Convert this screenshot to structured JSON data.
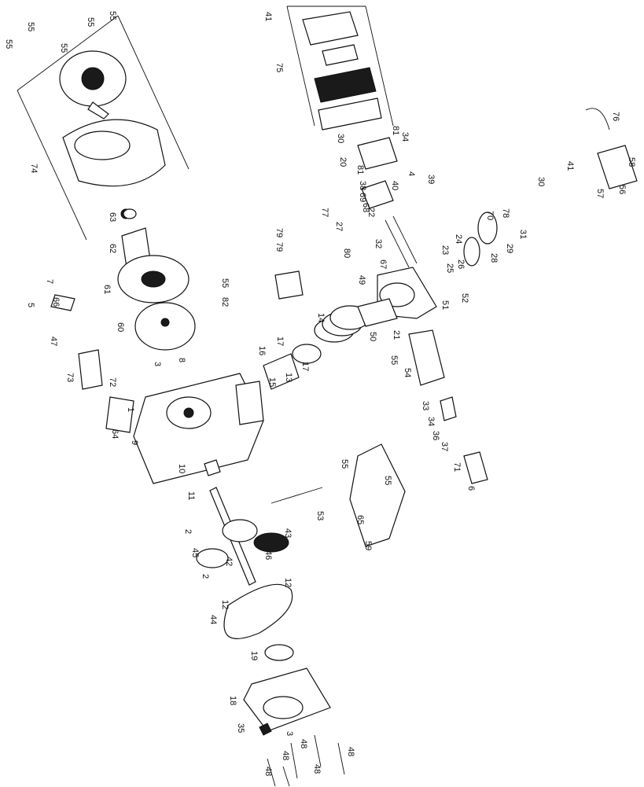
{
  "diagram": {
    "labels": [
      "55",
      "55",
      "55",
      "55",
      "55",
      "41",
      "75",
      "74",
      "63",
      "62",
      "61",
      "60",
      "7",
      "66",
      "5",
      "47",
      "73",
      "3",
      "8",
      "72",
      "1",
      "64",
      "9",
      "10",
      "11",
      "2",
      "45",
      "42",
      "2",
      "43",
      "46",
      "12",
      "12",
      "44",
      "19",
      "18",
      "35",
      "3",
      "48",
      "48",
      "48",
      "48",
      "48",
      "55",
      "82",
      "79",
      "79",
      "27",
      "77",
      "80",
      "32",
      "67",
      "49",
      "14",
      "16",
      "17",
      "17",
      "13",
      "15",
      "20",
      "21",
      "50",
      "55",
      "54",
      "33",
      "34",
      "36",
      "37",
      "71",
      "6",
      "53",
      "55",
      "55",
      "59",
      "65",
      "40",
      "4",
      "39",
      "34",
      "81",
      "30",
      "41",
      "81",
      "38",
      "69",
      "68",
      "22",
      "24",
      "23",
      "25",
      "26",
      "28",
      "29",
      "31",
      "78",
      "70",
      "30",
      "57",
      "56",
      "58",
      "76",
      "51",
      "52"
    ]
  }
}
